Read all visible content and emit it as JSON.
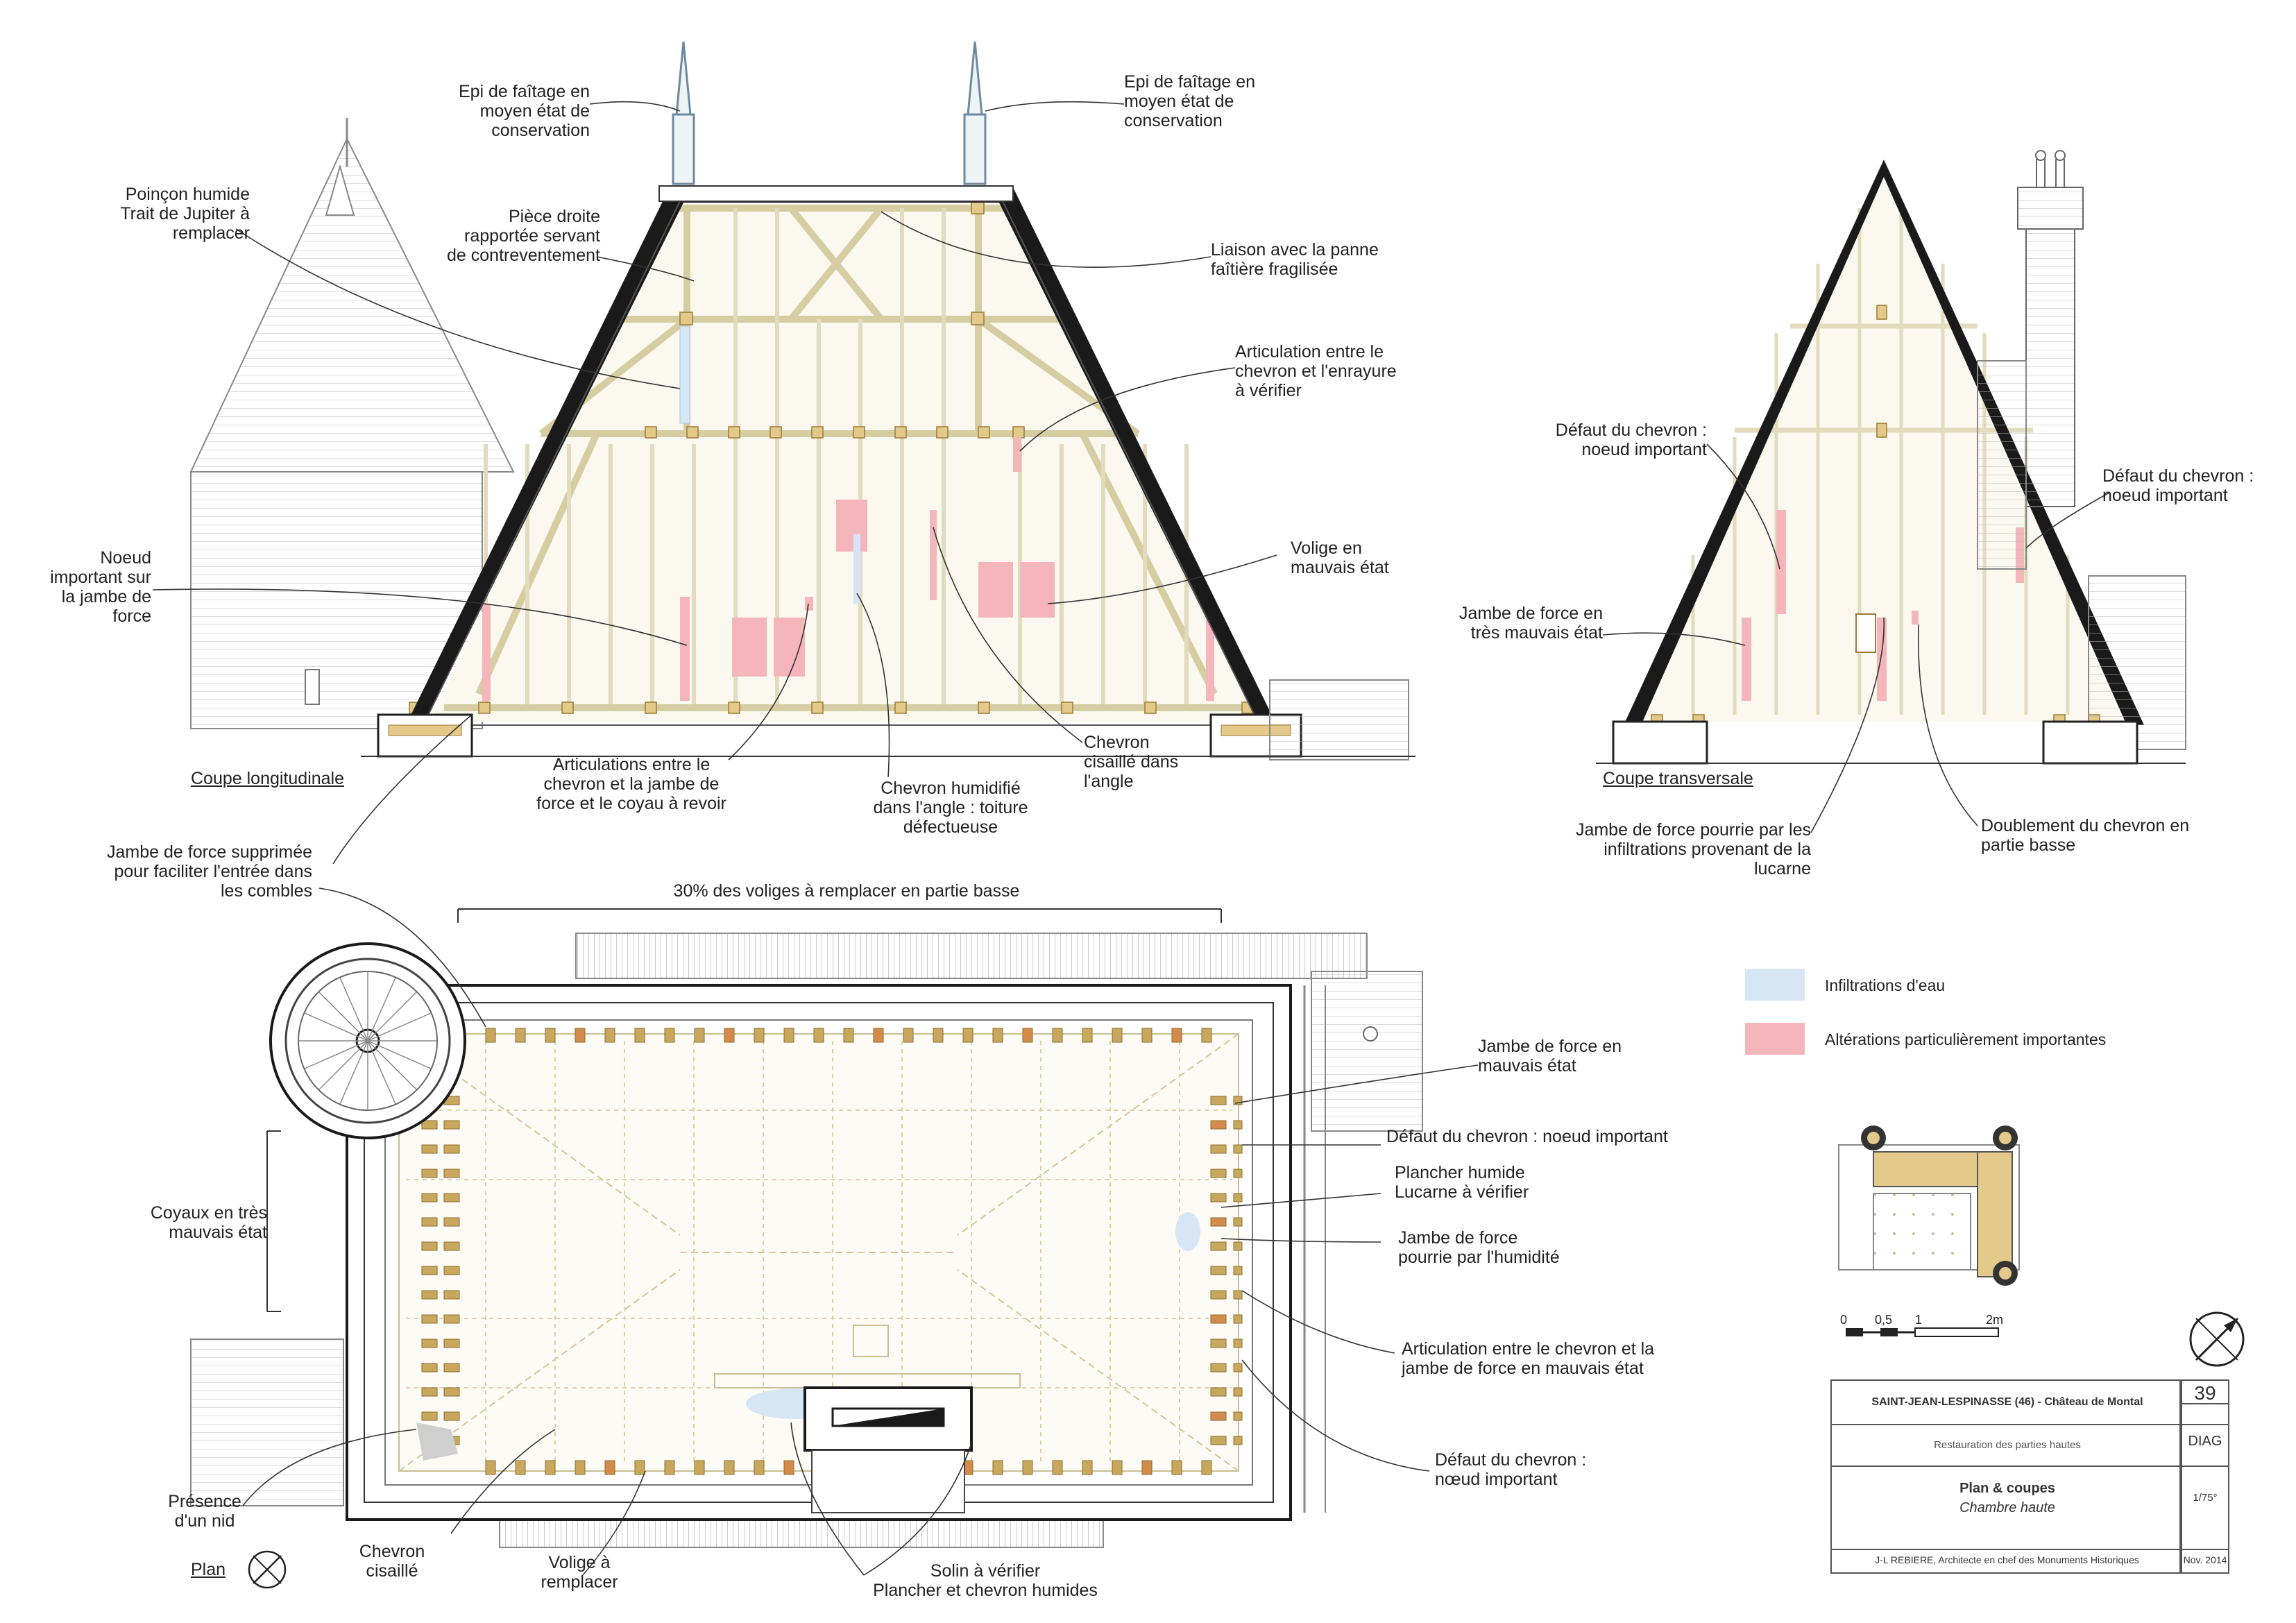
{
  "views": {
    "longitudinal": "Coupe longitudinale",
    "transversal": "Coupe transversale",
    "plan": "Plan"
  },
  "annotations": {
    "epi_left": [
      "Epi de faîtage en",
      "moyen état de",
      "conservation"
    ],
    "epi_right": [
      "Epi de faîtage en",
      "moyen état de",
      "conservation"
    ],
    "poincon": [
      "Poinçon humide",
      "Trait de Jupiter à",
      "remplacer"
    ],
    "piece_droite": [
      "Pièce droite",
      "rapportée servant",
      "de contreventement"
    ],
    "liaison": [
      "Liaison avec la panne",
      "faîtière fragilisée"
    ],
    "articulation_enrayure": [
      "Articulation entre le",
      "chevron et l'enrayure",
      "à vérifier"
    ],
    "noeud_jambe": [
      "Noeud",
      "important sur",
      "la jambe de",
      "force"
    ],
    "volige_mauvais": [
      "Volige en",
      "mauvais état"
    ],
    "articulations_coyau": [
      "Articulations entre le",
      "chevron et la jambe de",
      "force et le coyau à revoir"
    ],
    "chevron_humidifie": [
      "Chevron humidifié",
      "dans l'angle : toiture",
      "défectueuse"
    ],
    "chevron_cisaille_angle": [
      "Chevron",
      "cisaillé dans",
      "l'angle"
    ],
    "defaut_chevron_t1": [
      "Défaut du chevron :",
      "noeud important"
    ],
    "defaut_chevron_t2": [
      "Défaut du chevron :",
      "noeud important"
    ],
    "jambe_tres_mauvais": [
      "Jambe de force en",
      "très mauvais état"
    ],
    "jambe_pourrie_infil": [
      "Jambe de force pourrie par les",
      "infiltrations provenant de la",
      "lucarne"
    ],
    "doublement": [
      "Doublement du chevron en",
      "partie basse"
    ],
    "jambe_supprimee": [
      "Jambe de force supprimée",
      "pour faciliter l'entrée dans",
      "les combles"
    ],
    "voliges_30": "30% des voliges à remplacer en partie basse",
    "jambe_mauvais_plan": [
      "Jambe de force en",
      "mauvais état"
    ],
    "defaut_plan_1": "Défaut du chevron : noeud important",
    "plancher_humide": [
      "Plancher humide",
      "Lucarne à vérifier"
    ],
    "jambe_pourrie_hum": [
      "Jambe de force",
      "pourrie par l'humidité"
    ],
    "coyaux": [
      "Coyaux en très",
      "mauvais état"
    ],
    "articulation_plan": [
      "Articulation entre le chevron et la",
      "jambe de force en mauvais état"
    ],
    "defaut_plan_2": [
      "Défaut du chevron :",
      "nœud important"
    ],
    "nid": [
      "Présence",
      "d'un nid"
    ],
    "chevron_cisaille": [
      "Chevron",
      "cisaillé"
    ],
    "volige_remplacer": [
      "Volige à",
      "remplacer"
    ],
    "solin": [
      "Solin à vérifier",
      "Plancher et chevron humides"
    ]
  },
  "legend": {
    "items": [
      {
        "label": "Infiltrations d'eau",
        "color": "#d6e6f5"
      },
      {
        "label": "Altérations particulièrement importantes",
        "color": "#f4b6bb"
      }
    ]
  },
  "scale_bar": {
    "labels": [
      "0",
      "0,5",
      "1",
      "2m"
    ]
  },
  "title_block": {
    "project": "SAINT-JEAN-LESPINASSE (46) - Château de Montal",
    "subtitle": "Restauration des parties hautes",
    "sheet_title": "Plan & coupes",
    "sheet_subtitle": "Chambre haute",
    "number": "39",
    "phase": "DIAG",
    "scale": "1/75°",
    "author": "J-L REBIERE, Architecte en chef des Monuments Historiques",
    "date": "Nov. 2014"
  },
  "colors": {
    "timber": "#d8cfa6",
    "timber_fill": "#f7f3e3",
    "roof": "#1a1a1a",
    "alteration": "#f4b6bb",
    "infiltration": "#d6e6f5",
    "joist_tan": "#c9a75c",
    "joist_orange": "#d38a4a",
    "leader": "#333333"
  }
}
